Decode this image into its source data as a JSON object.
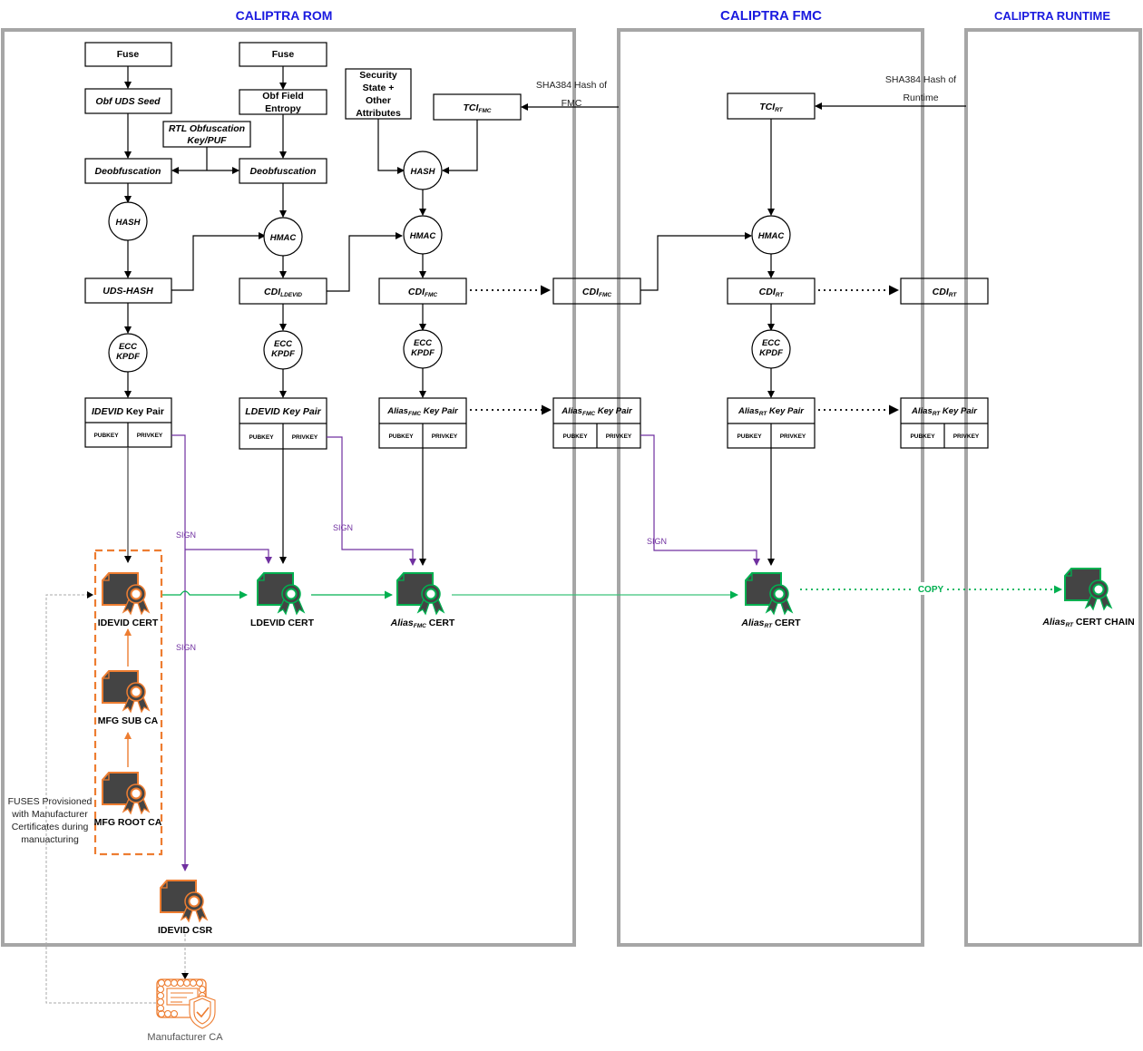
{
  "lanes": {
    "rom": "CALIPTRA ROM",
    "fmc": "CALIPTRA FMC",
    "runtime": "CALIPTRA RUNTIME"
  },
  "rom": {
    "fuse1": "Fuse",
    "fuse2": "Fuse",
    "obf_uds_seed": "Obf UDS Seed",
    "obf_field_entropy_1": "Obf Field",
    "obf_field_entropy_2": "Entropy",
    "rtl_obf_1": "RTL Obfuscation",
    "rtl_obf_2": "Key/PUF",
    "deobf1": "Deobfuscation",
    "deobf2": "Deobfuscation",
    "hash1": "HASH",
    "hmac1": "HMAC",
    "uds_hash": "UDS-HASH",
    "cdi_ldevid_main": "CDI",
    "cdi_ldevid_sub": "LDEVID",
    "ecc1_a": "ECC",
    "ecc1_b": "KPDF",
    "ecc2_a": "ECC",
    "ecc2_b": "KPDF",
    "idevid_keypair_italic": "IDEVID",
    "idevid_keypair_rest": " Key Pair",
    "ldevid_keypair": "LDEVID Key Pair",
    "security_state_1": "Security",
    "security_state_2": "State +",
    "security_state_3": "Other",
    "security_state_4": "Attributes",
    "tci_fmc_main": "TCI",
    "tci_fmc_sub": "FMC",
    "hash2": "HASH",
    "hmac2": "HMAC",
    "cdi_fmc_main": "CDI",
    "cdi_fmc_sub": "FMC",
    "ecc3_a": "ECC",
    "ecc3_b": "KPDF",
    "alias_fmc_main": "Alias",
    "alias_fmc_sub": "FMC",
    "alias_fmc_rest": " Key Pair",
    "sha_fmc_1": "SHA384 Hash of",
    "sha_fmc_2": "FMC"
  },
  "keys": {
    "pubkey": "PUBKEY",
    "privkey": "PRIVKEY"
  },
  "fmc": {
    "cdi_fmc_main": "CDI",
    "cdi_fmc_sub": "FMC",
    "alias_fmc_main": "Alias",
    "alias_fmc_sub": "FMC",
    "alias_fmc_rest": " Key Pair",
    "tci_rt_main": "TCI",
    "tci_rt_sub": "RT",
    "hmac": "HMAC",
    "cdi_rt_main": "CDI",
    "cdi_rt_sub": "RT",
    "ecc_a": "ECC",
    "ecc_b": "KPDF",
    "alias_rt_main": "Alias",
    "alias_rt_sub": "RT",
    "alias_rt_rest": " Key Pair",
    "sha_rt_1": "SHA384 Hash of",
    "sha_rt_2": "Runtime"
  },
  "runtime": {
    "cdi_rt_main": "CDI",
    "cdi_rt_sub": "RT",
    "alias_rt_main": "Alias",
    "alias_rt_sub": "RT",
    "alias_rt_rest": " Key Pair"
  },
  "certs": {
    "idevid_cert": "IDEVID CERT",
    "mfg_sub_ca": "MFG SUB CA",
    "mfg_root_ca": "MFG ROOT CA",
    "idevid_csr": "IDEVID CSR",
    "ldevid_cert": "LDEVID CERT",
    "alias_fmc_cert_main": "Alias",
    "alias_fmc_cert_sub": "FMC",
    "alias_fmc_cert_rest": " CERT",
    "alias_rt_cert_main": "Alias",
    "alias_rt_cert_sub": "RT",
    "alias_rt_cert_rest": "  CERT",
    "alias_rt_chain_main": "Alias",
    "alias_rt_chain_sub": "RT",
    "alias_rt_chain_rest": "  CERT CHAIN",
    "manufacturer_ca": "Manufacturer CA"
  },
  "labels": {
    "sign": "SIGN",
    "copy": "COPY",
    "fuses_note_1": "FUSES Provisioned",
    "fuses_note_2": "with Manufacturer",
    "fuses_note_3": "Certificates during",
    "fuses_note_4": "manuacturing"
  },
  "colors": {
    "lane_title": "#1a1adf",
    "panel_border": "#a6a6a6",
    "sign_purple": "#7030a0",
    "cert_green": "#00b050",
    "mfg_orange": "#ed7d31",
    "cert_body": "#444444"
  }
}
